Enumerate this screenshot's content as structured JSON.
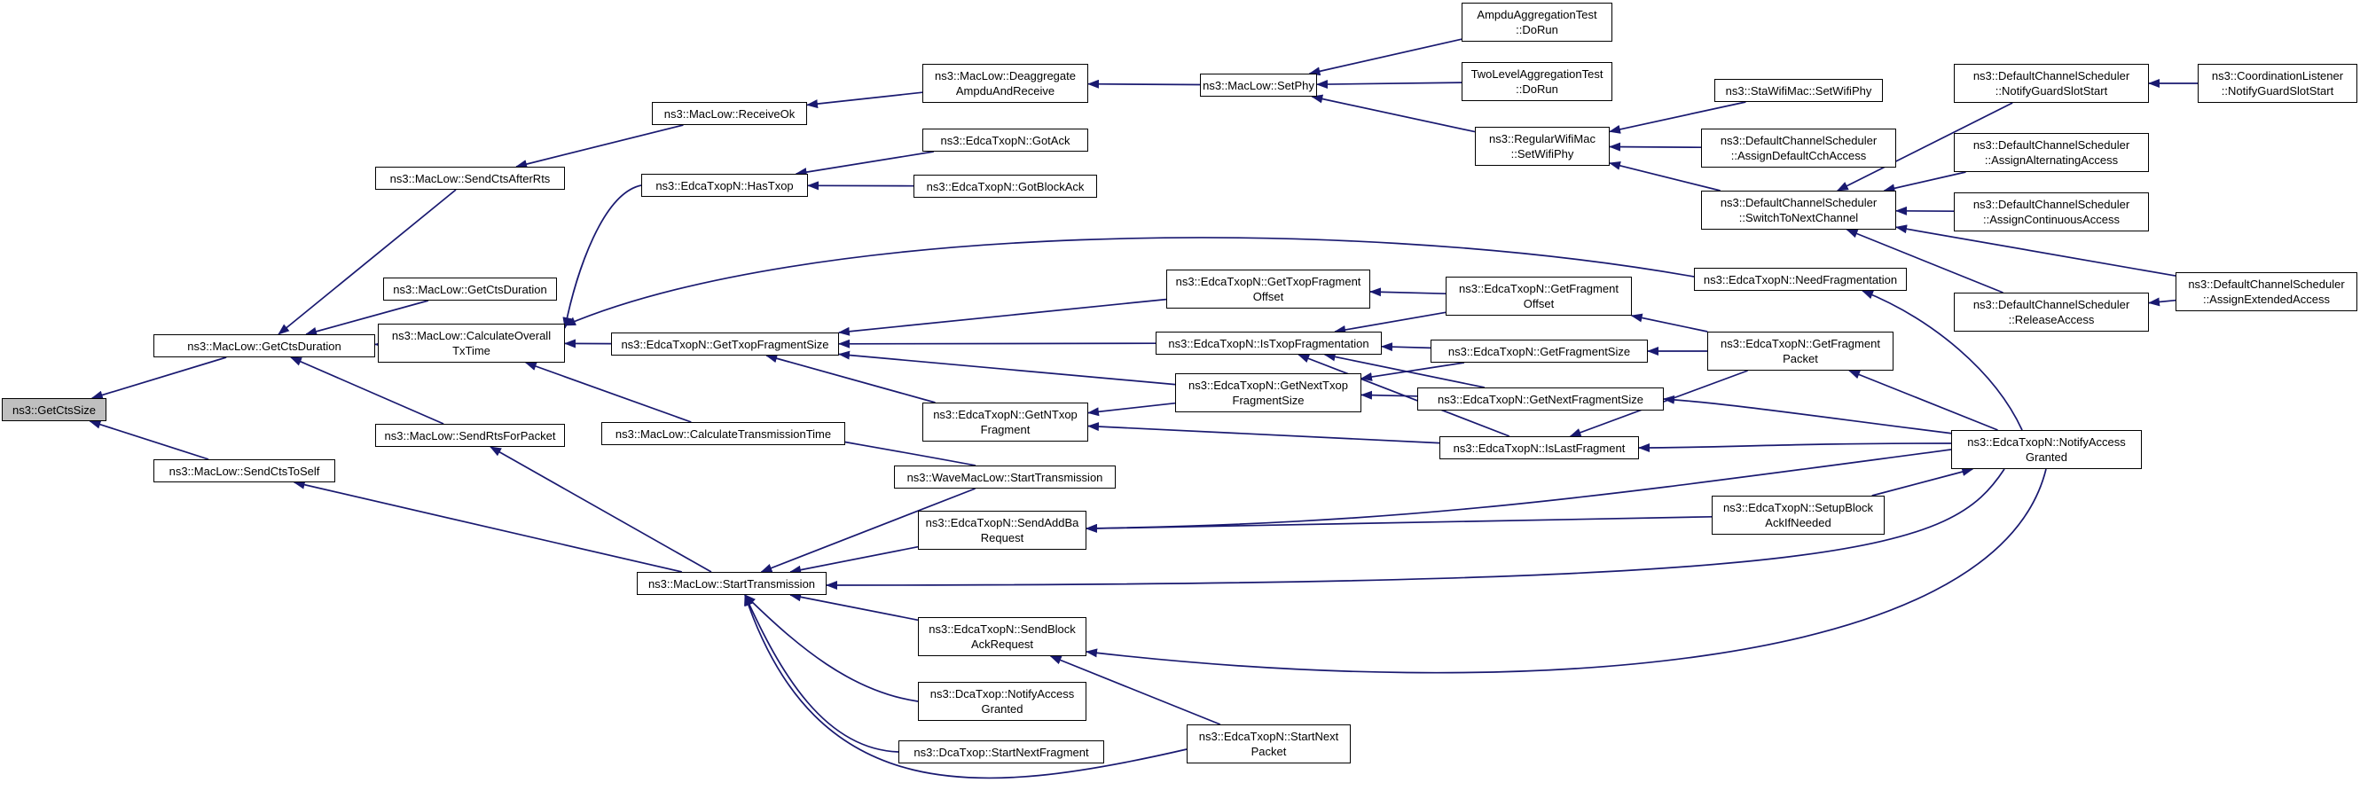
{
  "diagram": {
    "type": "call-graph",
    "edge_color": "#191970",
    "focus_fill": "#bfbfbf",
    "nodes": [
      {
        "id": "n0",
        "lines": [
          "ns3::GetCtsSize"
        ],
        "focus": true
      },
      {
        "id": "n1",
        "lines": [
          "ns3::MacLow::GetCtsDuration"
        ]
      },
      {
        "id": "n2",
        "lines": [
          "ns3::MacLow::SendCtsToSelf"
        ]
      },
      {
        "id": "n3",
        "lines": [
          "ns3::MacLow::SendCtsAfterRts"
        ]
      },
      {
        "id": "n4",
        "lines": [
          "ns3::MacLow::GetCtsDuration"
        ]
      },
      {
        "id": "n5",
        "lines": [
          "ns3::MacLow::CalculateOverall",
          "TxTime"
        ]
      },
      {
        "id": "n6",
        "lines": [
          "ns3::MacLow::SendRtsForPacket"
        ]
      },
      {
        "id": "n7",
        "lines": [
          "ns3::MacLow::StartTransmission"
        ]
      },
      {
        "id": "n8",
        "lines": [
          "ns3::MacLow::ReceiveOk"
        ]
      },
      {
        "id": "n9",
        "lines": [
          "ns3::MacLow::Deaggregate",
          "AmpduAndReceive"
        ]
      },
      {
        "id": "n10",
        "lines": [
          "ns3::MacLow::SetPhy"
        ]
      },
      {
        "id": "n11",
        "lines": [
          "AmpduAggregationTest",
          "::DoRun"
        ]
      },
      {
        "id": "n12",
        "lines": [
          "TwoLevelAggregationTest",
          "::DoRun"
        ]
      },
      {
        "id": "n13",
        "lines": [
          "ns3::RegularWifiMac",
          "::SetWifiPhy"
        ]
      },
      {
        "id": "n14",
        "lines": [
          "ns3::StaWifiMac::SetWifiPhy"
        ]
      },
      {
        "id": "n15",
        "lines": [
          "ns3::DefaultChannelScheduler",
          "::AssignDefaultCchAccess"
        ]
      },
      {
        "id": "n16",
        "lines": [
          "ns3::DefaultChannelScheduler",
          "::SwitchToNextChannel"
        ]
      },
      {
        "id": "n17",
        "lines": [
          "ns3::DefaultChannelScheduler",
          "::NotifyGuardSlotStart"
        ]
      },
      {
        "id": "n18",
        "lines": [
          "ns3::CoordinationListener",
          "::NotifyGuardSlotStart"
        ]
      },
      {
        "id": "n19",
        "lines": [
          "ns3::DefaultChannelScheduler",
          "::AssignAlternatingAccess"
        ]
      },
      {
        "id": "n20",
        "lines": [
          "ns3::DefaultChannelScheduler",
          "::AssignContinuousAccess"
        ]
      },
      {
        "id": "n21",
        "lines": [
          "ns3::DefaultChannelScheduler",
          "::ReleaseAccess"
        ]
      },
      {
        "id": "n22",
        "lines": [
          "ns3::DefaultChannelScheduler",
          "::AssignExtendedAccess"
        ]
      },
      {
        "id": "n23",
        "lines": [
          "ns3::EdcaTxopN::HasTxop"
        ]
      },
      {
        "id": "n24",
        "lines": [
          "ns3::EdcaTxopN::GotAck"
        ]
      },
      {
        "id": "n25",
        "lines": [
          "ns3::EdcaTxopN::GotBlockAck"
        ]
      },
      {
        "id": "n26",
        "lines": [
          "ns3::EdcaTxopN::GetTxopFragmentSize"
        ]
      },
      {
        "id": "n27",
        "lines": [
          "ns3::MacLow::CalculateTransmissionTime"
        ]
      },
      {
        "id": "n28",
        "lines": [
          "ns3::EdcaTxopN::GetTxopFragment",
          "Offset"
        ]
      },
      {
        "id": "n29",
        "lines": [
          "ns3::EdcaTxopN::IsTxopFragmentation"
        ]
      },
      {
        "id": "n30",
        "lines": [
          "ns3::EdcaTxopN::GetNTxop",
          "Fragment"
        ]
      },
      {
        "id": "n31",
        "lines": [
          "ns3::EdcaTxopN::GetNextTxop",
          "FragmentSize"
        ]
      },
      {
        "id": "n32",
        "lines": [
          "ns3::EdcaTxopN::GetFragment",
          "Offset"
        ]
      },
      {
        "id": "n33",
        "lines": [
          "ns3::EdcaTxopN::GetFragmentSize"
        ]
      },
      {
        "id": "n34",
        "lines": [
          "ns3::EdcaTxopN::GetNextFragmentSize"
        ]
      },
      {
        "id": "n35",
        "lines": [
          "ns3::EdcaTxopN::IsLastFragment"
        ]
      },
      {
        "id": "n36",
        "lines": [
          "ns3::EdcaTxopN::NeedFragmentation"
        ]
      },
      {
        "id": "n37",
        "lines": [
          "ns3::EdcaTxopN::GetFragment",
          "Packet"
        ]
      },
      {
        "id": "n38",
        "lines": [
          "ns3::EdcaTxopN::NotifyAccess",
          "Granted"
        ]
      },
      {
        "id": "n39",
        "lines": [
          "ns3::EdcaTxopN::SetupBlock",
          "AckIfNeeded"
        ]
      },
      {
        "id": "n40",
        "lines": [
          "ns3::WaveMacLow::StartTransmission"
        ]
      },
      {
        "id": "n41",
        "lines": [
          "ns3::EdcaTxopN::SendAddBa",
          "Request"
        ]
      },
      {
        "id": "n42",
        "lines": [
          "ns3::EdcaTxopN::SendBlock",
          "AckRequest"
        ]
      },
      {
        "id": "n43",
        "lines": [
          "ns3::DcaTxop::NotifyAccess",
          "Granted"
        ]
      },
      {
        "id": "n44",
        "lines": [
          "ns3::DcaTxop::StartNextFragment"
        ]
      },
      {
        "id": "n45",
        "lines": [
          "ns3::EdcaTxopN::StartNext",
          "Packet"
        ]
      }
    ],
    "edges": [
      [
        "n1",
        "n0"
      ],
      [
        "n2",
        "n0"
      ],
      [
        "n3",
        "n1"
      ],
      [
        "n4",
        "n1"
      ],
      [
        "n5",
        "n1"
      ],
      [
        "n6",
        "n1"
      ],
      [
        "n7",
        "n2"
      ],
      [
        "n7",
        "n6"
      ],
      [
        "n8",
        "n3"
      ],
      [
        "n9",
        "n8"
      ],
      [
        "n10",
        "n9"
      ],
      [
        "n11",
        "n10"
      ],
      [
        "n12",
        "n10"
      ],
      [
        "n13",
        "n10"
      ],
      [
        "n14",
        "n13"
      ],
      [
        "n15",
        "n13"
      ],
      [
        "n16",
        "n13"
      ],
      [
        "n17",
        "n16"
      ],
      [
        "n19",
        "n16"
      ],
      [
        "n20",
        "n16"
      ],
      [
        "n21",
        "n16"
      ],
      [
        "n22",
        "n16"
      ],
      [
        "n18",
        "n17"
      ],
      [
        "n22",
        "n21"
      ],
      [
        "n23",
        "n5"
      ],
      [
        "n36",
        "n5"
      ],
      [
        "n26",
        "n5"
      ],
      [
        "n27",
        "n5"
      ],
      [
        "n24",
        "n23"
      ],
      [
        "n25",
        "n23"
      ],
      [
        "n28",
        "n26"
      ],
      [
        "n29",
        "n26"
      ],
      [
        "n30",
        "n26"
      ],
      [
        "n31",
        "n26"
      ],
      [
        "n32",
        "n28"
      ],
      [
        "n32",
        "n29"
      ],
      [
        "n33",
        "n29"
      ],
      [
        "n34",
        "n29"
      ],
      [
        "n35",
        "n29"
      ],
      [
        "n31",
        "n30"
      ],
      [
        "n35",
        "n30"
      ],
      [
        "n33",
        "n31"
      ],
      [
        "n34",
        "n31"
      ],
      [
        "n37",
        "n32"
      ],
      [
        "n37",
        "n33"
      ],
      [
        "n37",
        "n35"
      ],
      [
        "n38",
        "n35"
      ],
      [
        "n38",
        "n34"
      ],
      [
        "n38",
        "n36"
      ],
      [
        "n38",
        "n37"
      ],
      [
        "n39",
        "n38"
      ],
      [
        "n40",
        "n27"
      ],
      [
        "n38",
        "n41"
      ],
      [
        "n39",
        "n41"
      ],
      [
        "n40",
        "n7"
      ],
      [
        "n41",
        "n7"
      ],
      [
        "n38",
        "n7"
      ],
      [
        "n42",
        "n7"
      ],
      [
        "n43",
        "n7"
      ],
      [
        "n44",
        "n7"
      ],
      [
        "n45",
        "n7"
      ],
      [
        "n45",
        "n42"
      ],
      [
        "n38",
        "n42"
      ]
    ]
  }
}
